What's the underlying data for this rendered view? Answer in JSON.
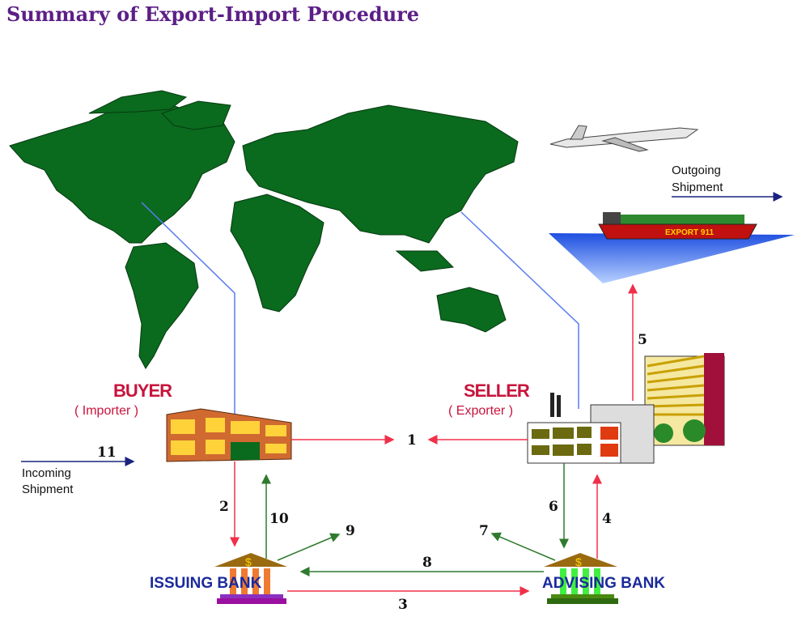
{
  "title": "Summary of Export-Import Procedure",
  "buyer": {
    "label": "BUYER",
    "role": "( Importer )"
  },
  "seller": {
    "label": "SELLER",
    "role": "( Exporter )"
  },
  "issuing_bank": {
    "label": "ISSUING BANK"
  },
  "advising_bank": {
    "label": "ADVISING BANK"
  },
  "incoming": {
    "line1": "Incoming",
    "line2": "Shipment"
  },
  "outgoing": {
    "line1": "Outgoing",
    "line2": "Shipment"
  },
  "ship_label": "EXPORT 911",
  "steps": [
    "1",
    "2",
    "3",
    "4",
    "5",
    "6",
    "7",
    "8",
    "9",
    "10",
    "11"
  ],
  "colors": {
    "red": "#f0304a",
    "green": "#2e7a2e",
    "navy": "#1a237e",
    "blue_link": "#5a7cf0",
    "land": "#0a6a1e"
  }
}
